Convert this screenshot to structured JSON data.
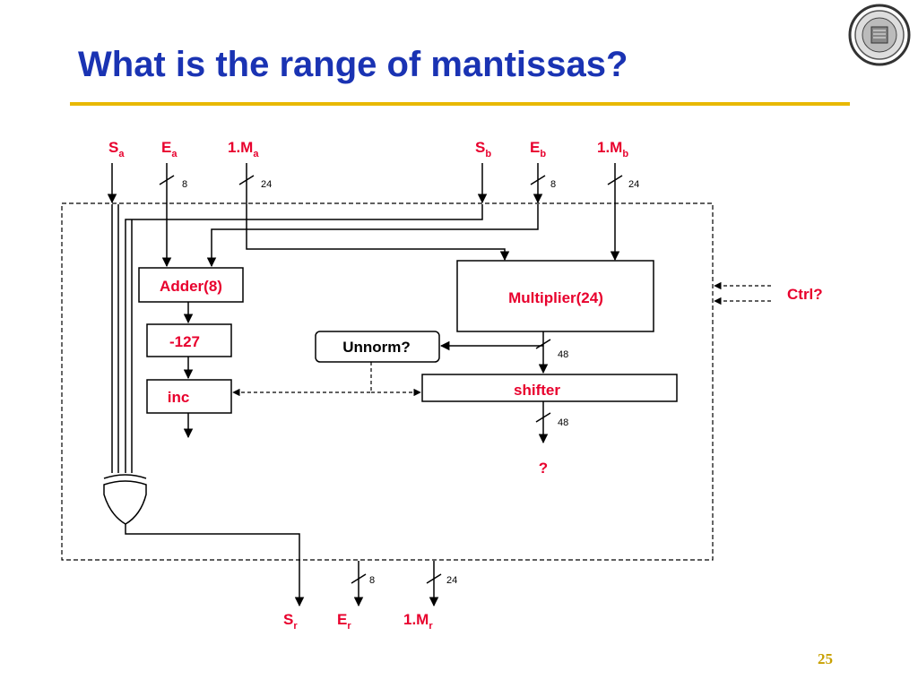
{
  "slide": {
    "title": "What is the range of mantissas?",
    "page_number": "25"
  },
  "inputs": {
    "sa": {
      "main": "S",
      "sub": "a"
    },
    "ea": {
      "main": "E",
      "sub": "a"
    },
    "ma": {
      "main": "1.M",
      "sub": "a"
    },
    "sb": {
      "main": "S",
      "sub": "b"
    },
    "eb": {
      "main": "E",
      "sub": "b"
    },
    "mb": {
      "main": "1.M",
      "sub": "b"
    }
  },
  "outputs": {
    "sr": {
      "main": "S",
      "sub": "r"
    },
    "er": {
      "main": "E",
      "sub": "r"
    },
    "mr": {
      "main": "1.M",
      "sub": "r"
    }
  },
  "bus_widths": {
    "ea": "8",
    "ma": "24",
    "eb": "8",
    "mb": "24",
    "mult_out": "48",
    "shift_out": "48",
    "er": "8",
    "mr": "24"
  },
  "blocks": {
    "adder": "Adder(8)",
    "minus127": "-127",
    "inc": "inc",
    "multiplier": "Multiplier(24)",
    "unnorm": "Unnorm?",
    "shifter": "shifter",
    "ctrl": "Ctrl?",
    "result_question": "?"
  },
  "colors": {
    "title": "#1a33b3",
    "rule": "#e8b800",
    "signal": "#e8002d",
    "page_number": "#c8a000"
  }
}
